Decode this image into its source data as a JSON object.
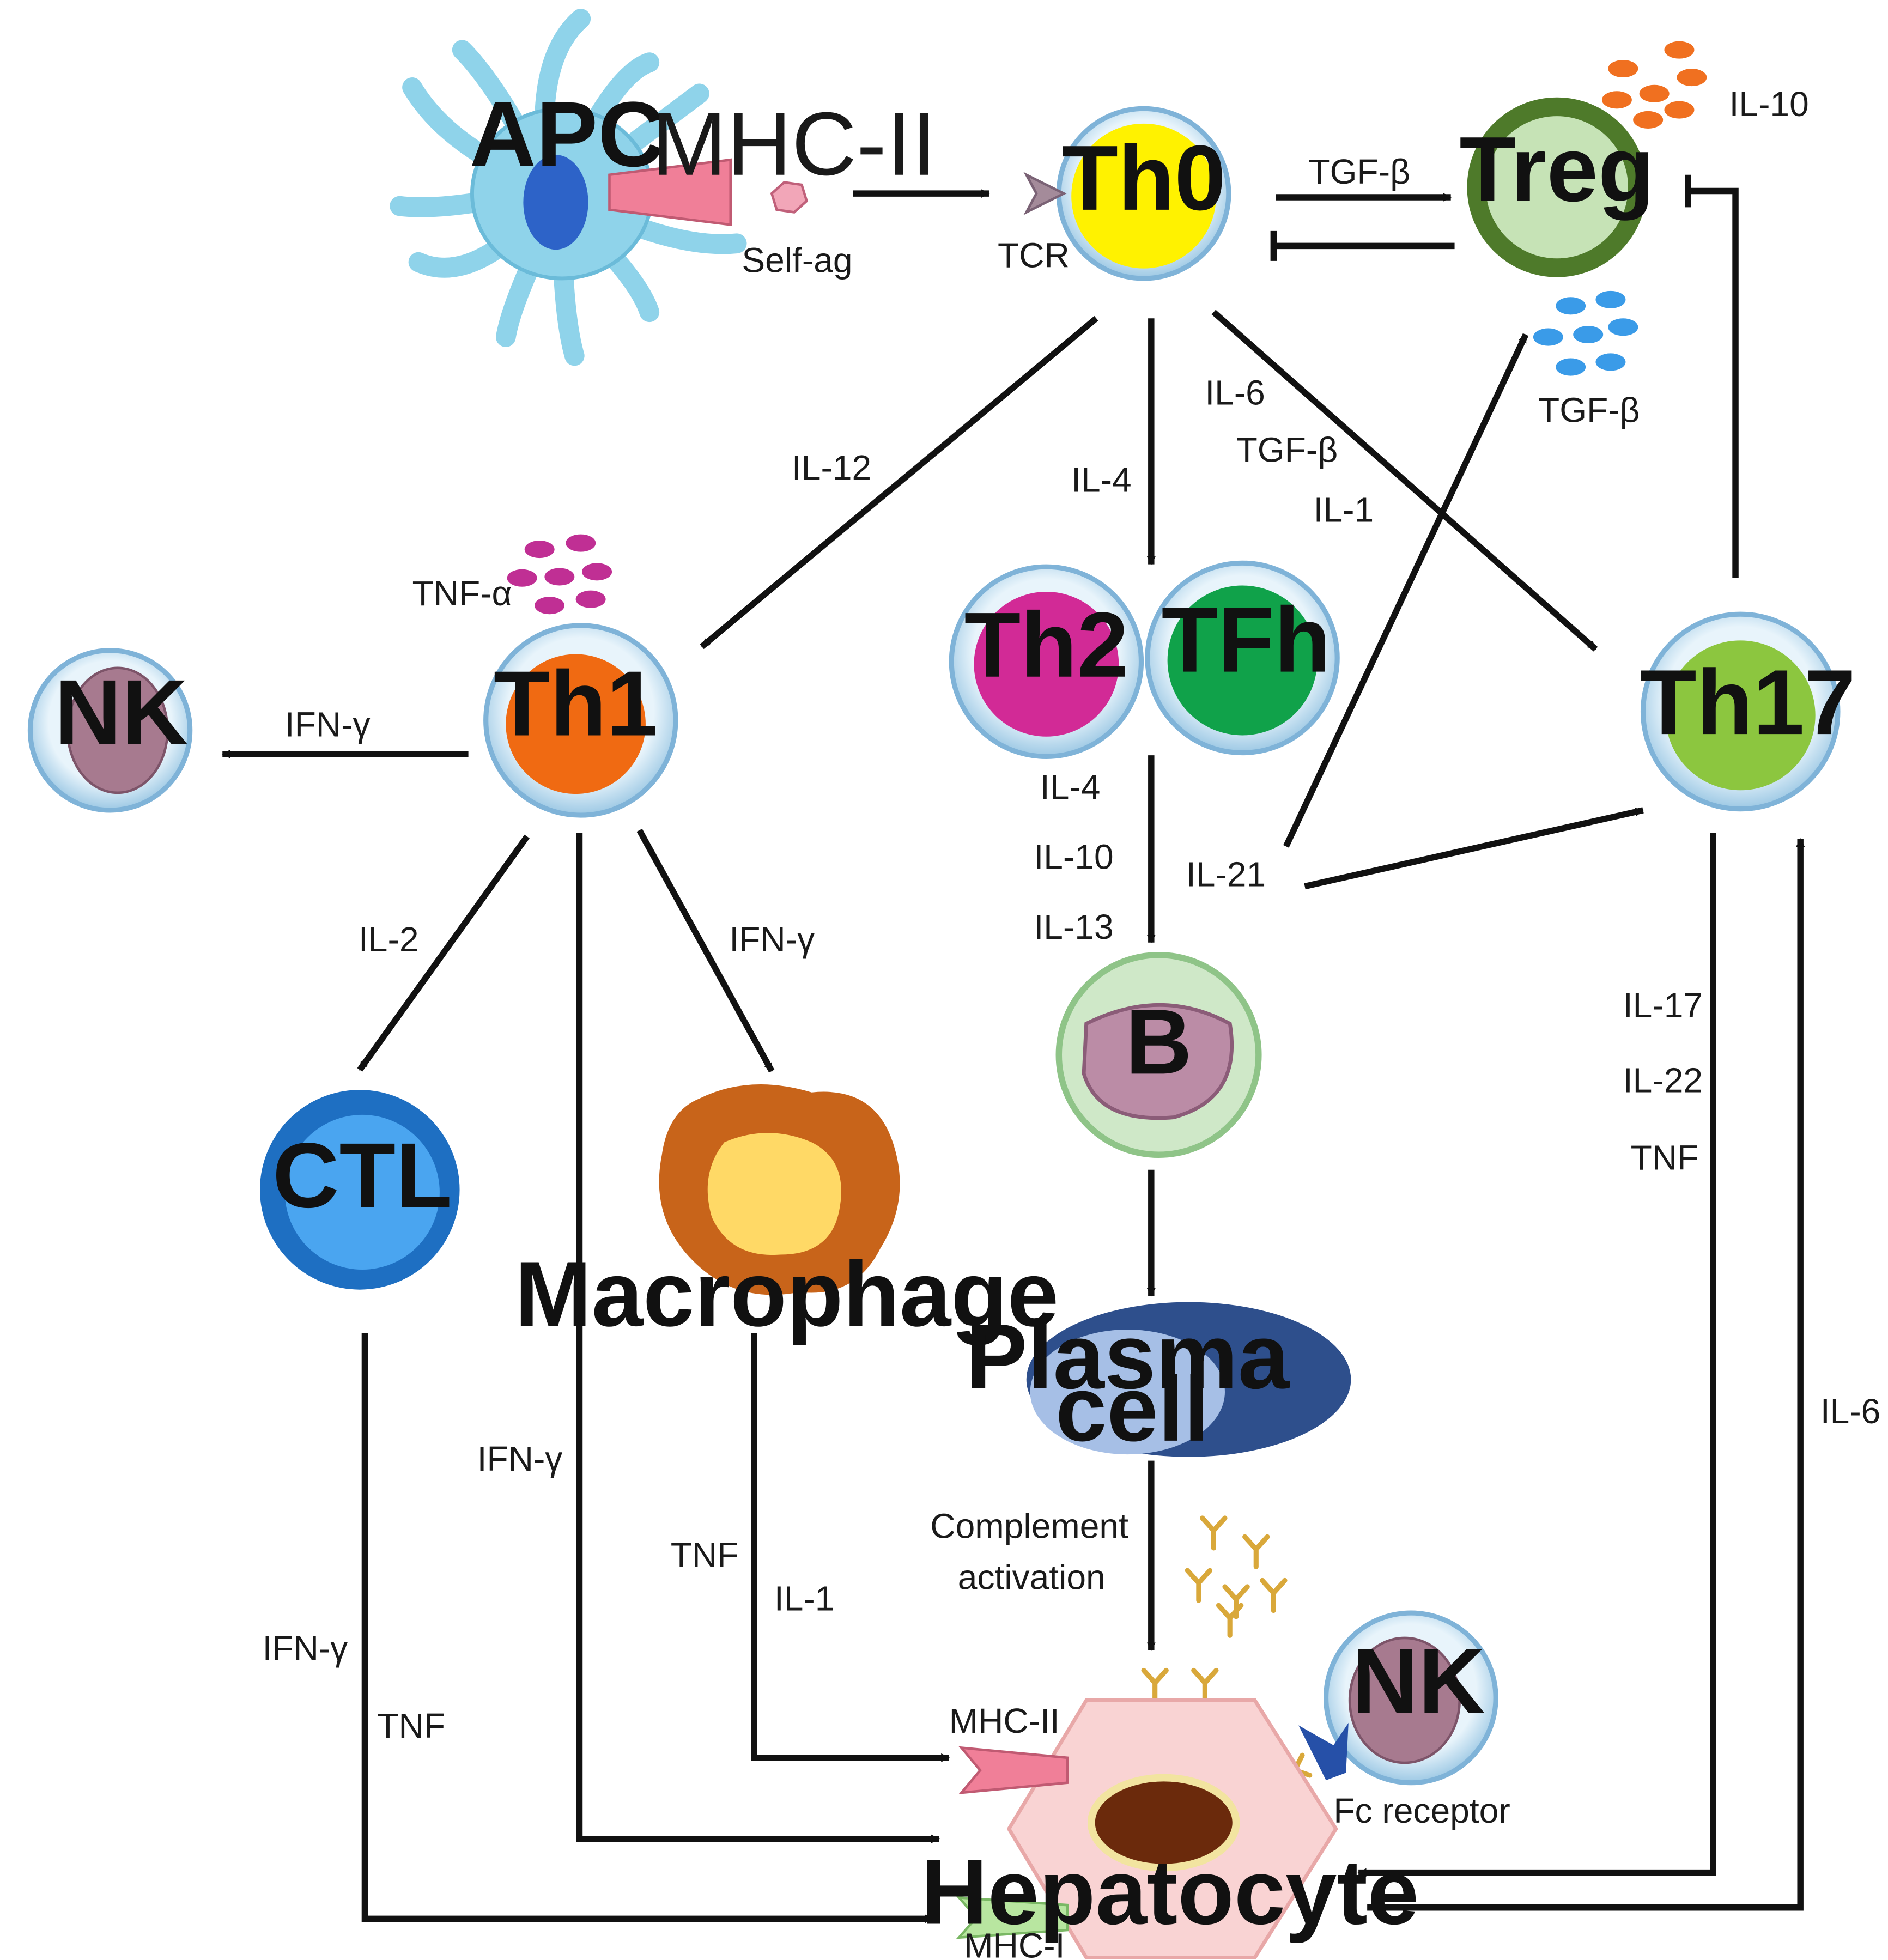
{
  "cells": {
    "apc": "APC",
    "th0": "Th0",
    "treg": "Treg",
    "th1": "Th1",
    "th2": "Th2",
    "tfh": "TFh",
    "th17": "Th17",
    "nk_left": "NK",
    "ctl": "CTL",
    "macrophage": "Macrophage",
    "b": "B",
    "plasma_line1": "Plasma",
    "plasma_line2": "cell",
    "nk_right": "NK",
    "hepatocyte": "Hepatocyte"
  },
  "labels": {
    "mhc_ii_apc": "MHC-II",
    "self_ag": "Self-ag",
    "tcr": "TCR",
    "tgf_b_treg": "TGF-β",
    "il10_treg": "IL-10",
    "tgf_b_dots": "TGF-β",
    "il6_th17_path": "IL-6",
    "tgf_b_th17_path": "TGF-β",
    "il1_th17_path": "IL-1",
    "il12": "IL-12",
    "il4_th2": "IL-4",
    "tnf_a": "TNF-α",
    "ifn_g_nk": "IFN-γ",
    "il4_b": "IL-4",
    "il10_b": "IL-10",
    "il13_b": "IL-13",
    "il21": "IL-21",
    "il2": "IL-2",
    "ifn_g_mac": "IFN-γ",
    "il17": "IL-17",
    "il22": "IL-22",
    "tnf_th17": "TNF",
    "il6_hep": "IL-6",
    "ifn_g_th1_hep": "IFN-γ",
    "tnf_mac": "TNF",
    "il1_mac": "IL-1",
    "complement_line1": "Complement",
    "complement_line2": "activation",
    "ifn_g_ctl": "IFN-γ",
    "tnf_ctl": "TNF",
    "mhc_ii_hep": "MHC-II",
    "mhc_i_hep": "MHC-I",
    "fc_receptor": "Fc receptor"
  },
  "colors": {
    "apc": "#8fd3ea",
    "th0": "#fff200",
    "treg_ring": "#4e7a2a",
    "treg_fill": "#c6e3b6",
    "th1": "#f06a12",
    "th2": "#d22a96",
    "tfh": "#10a24a",
    "th17": "#8cc63f",
    "ctl": "#2a82dc",
    "macrophage": "#c8641a",
    "plasma": "#2e4f8c",
    "hepatocyte": "#f9d3d3",
    "il10_dots": "#f07020",
    "tgfb_dots": "#3a9be8",
    "tnfa_dots": "#c02f94"
  }
}
